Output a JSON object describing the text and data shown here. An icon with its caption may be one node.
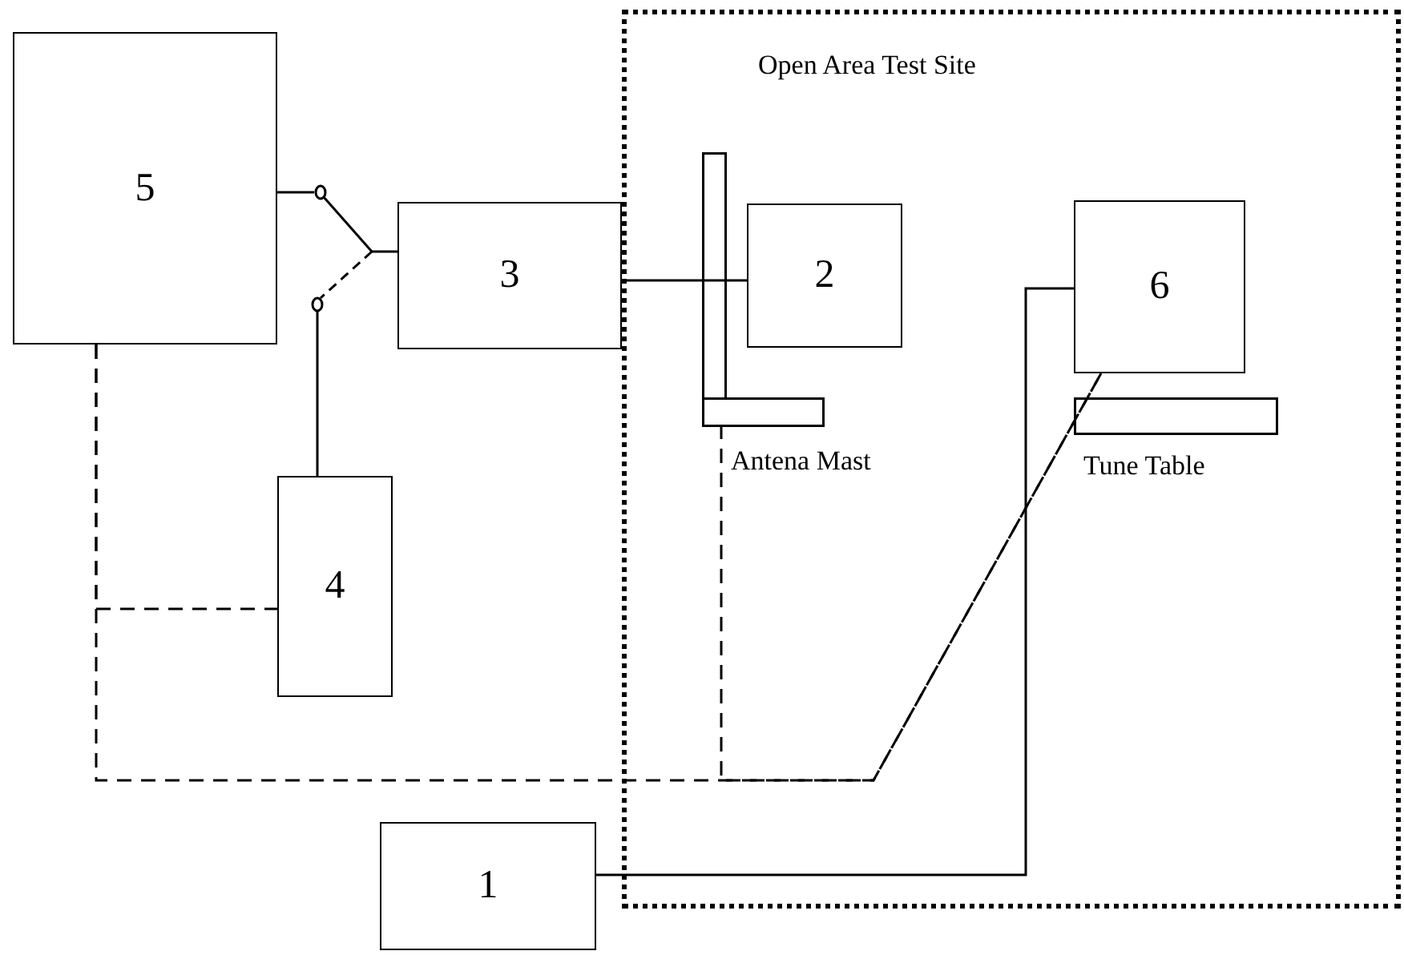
{
  "diagram": {
    "nodes": [
      {
        "text": [
          "Open Area Test Site"
        ]
      },
      {
        "text": [
          "5"
        ]
      },
      {
        "text": [
          "3"
        ]
      },
      {
        "text": [
          "Antena Mast"
        ],
        "in": 0
      },
      {
        "text": [
          "2"
        ],
        "in": 0
      },
      {
        "text": [
          "6"
        ],
        "in": 0
      },
      {
        "text": [
          "Tune Table"
        ],
        "in": 0
      },
      {
        "text": [
          "4"
        ]
      },
      {
        "text": [
          "1"
        ]
      },
      {
        "text": [],
        "shape": "switch"
      }
    ],
    "edges": [
      {
        "from": 1,
        "to": 9,
        "arrow": "none"
      },
      {
        "from": 9,
        "to": 2,
        "arrow": "none"
      },
      {
        "from": 7,
        "to": 9,
        "arrow": "none"
      },
      {
        "from": 2,
        "to": 4,
        "arrow": "none"
      },
      {
        "from": 8,
        "to": 5,
        "arrow": "none"
      },
      {
        "from": 1,
        "to": 7,
        "arrow": "none",
        "style": "dashed"
      },
      {
        "from": 1,
        "to": 5,
        "arrow": "none",
        "style": "dashed"
      },
      {
        "from": 3,
        "to": 5,
        "arrow": "none",
        "style": "dashed"
      }
    ]
  }
}
